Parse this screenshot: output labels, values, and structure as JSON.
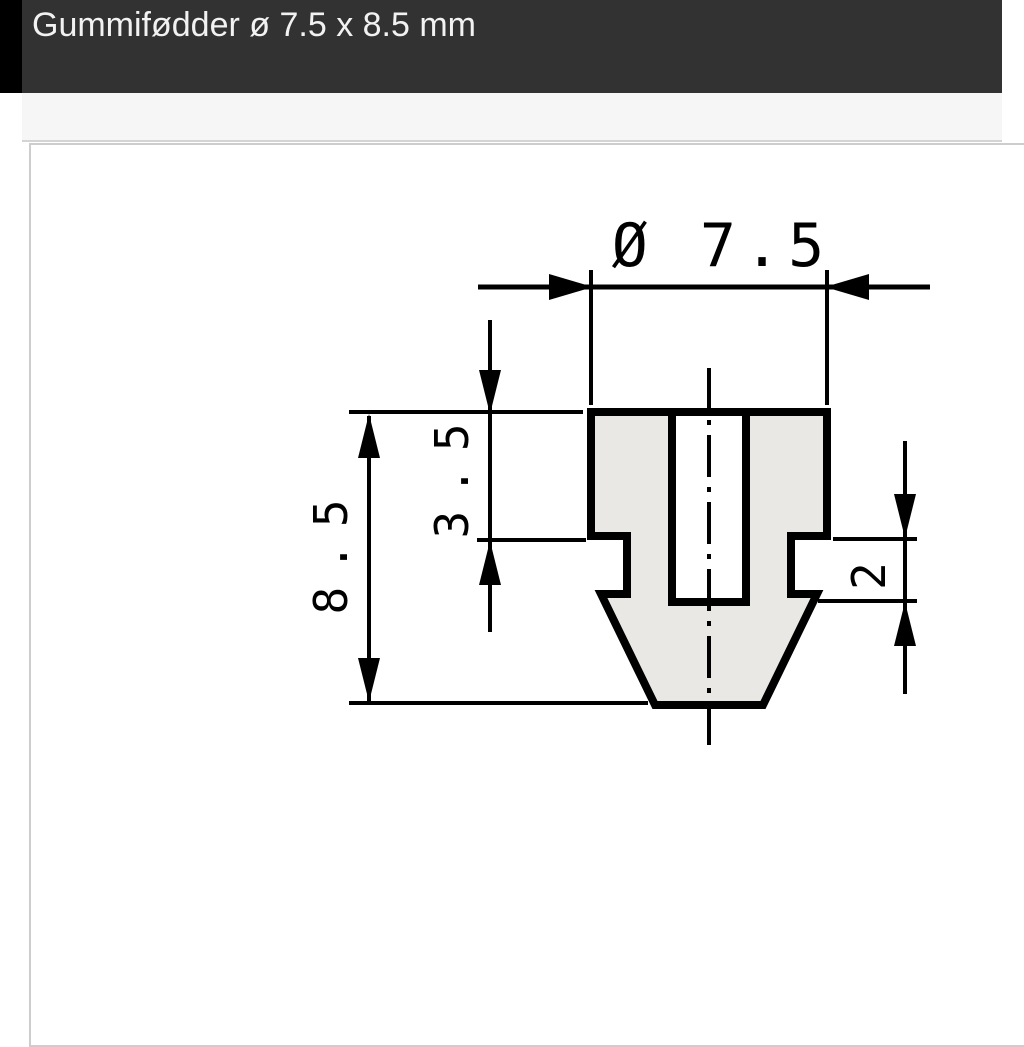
{
  "header": {
    "title": "Gummifødder ø 7.5 x 8.5 mm"
  },
  "drawing": {
    "kind": "technical cross-section drawing of rubber foot",
    "labels": {
      "diameter": "Ø 7.5",
      "total_height": "8.5",
      "top_section_height": "3.5",
      "groove_height": "2"
    }
  },
  "colors": {
    "header_bg": "#323232",
    "header_text": "#f2f2f2",
    "left_strip": "#000000",
    "toolbar_bg": "#f6f6f6",
    "border": "#cdcdcd",
    "part_fill": "#e9e8e5",
    "line": "#000000"
  }
}
